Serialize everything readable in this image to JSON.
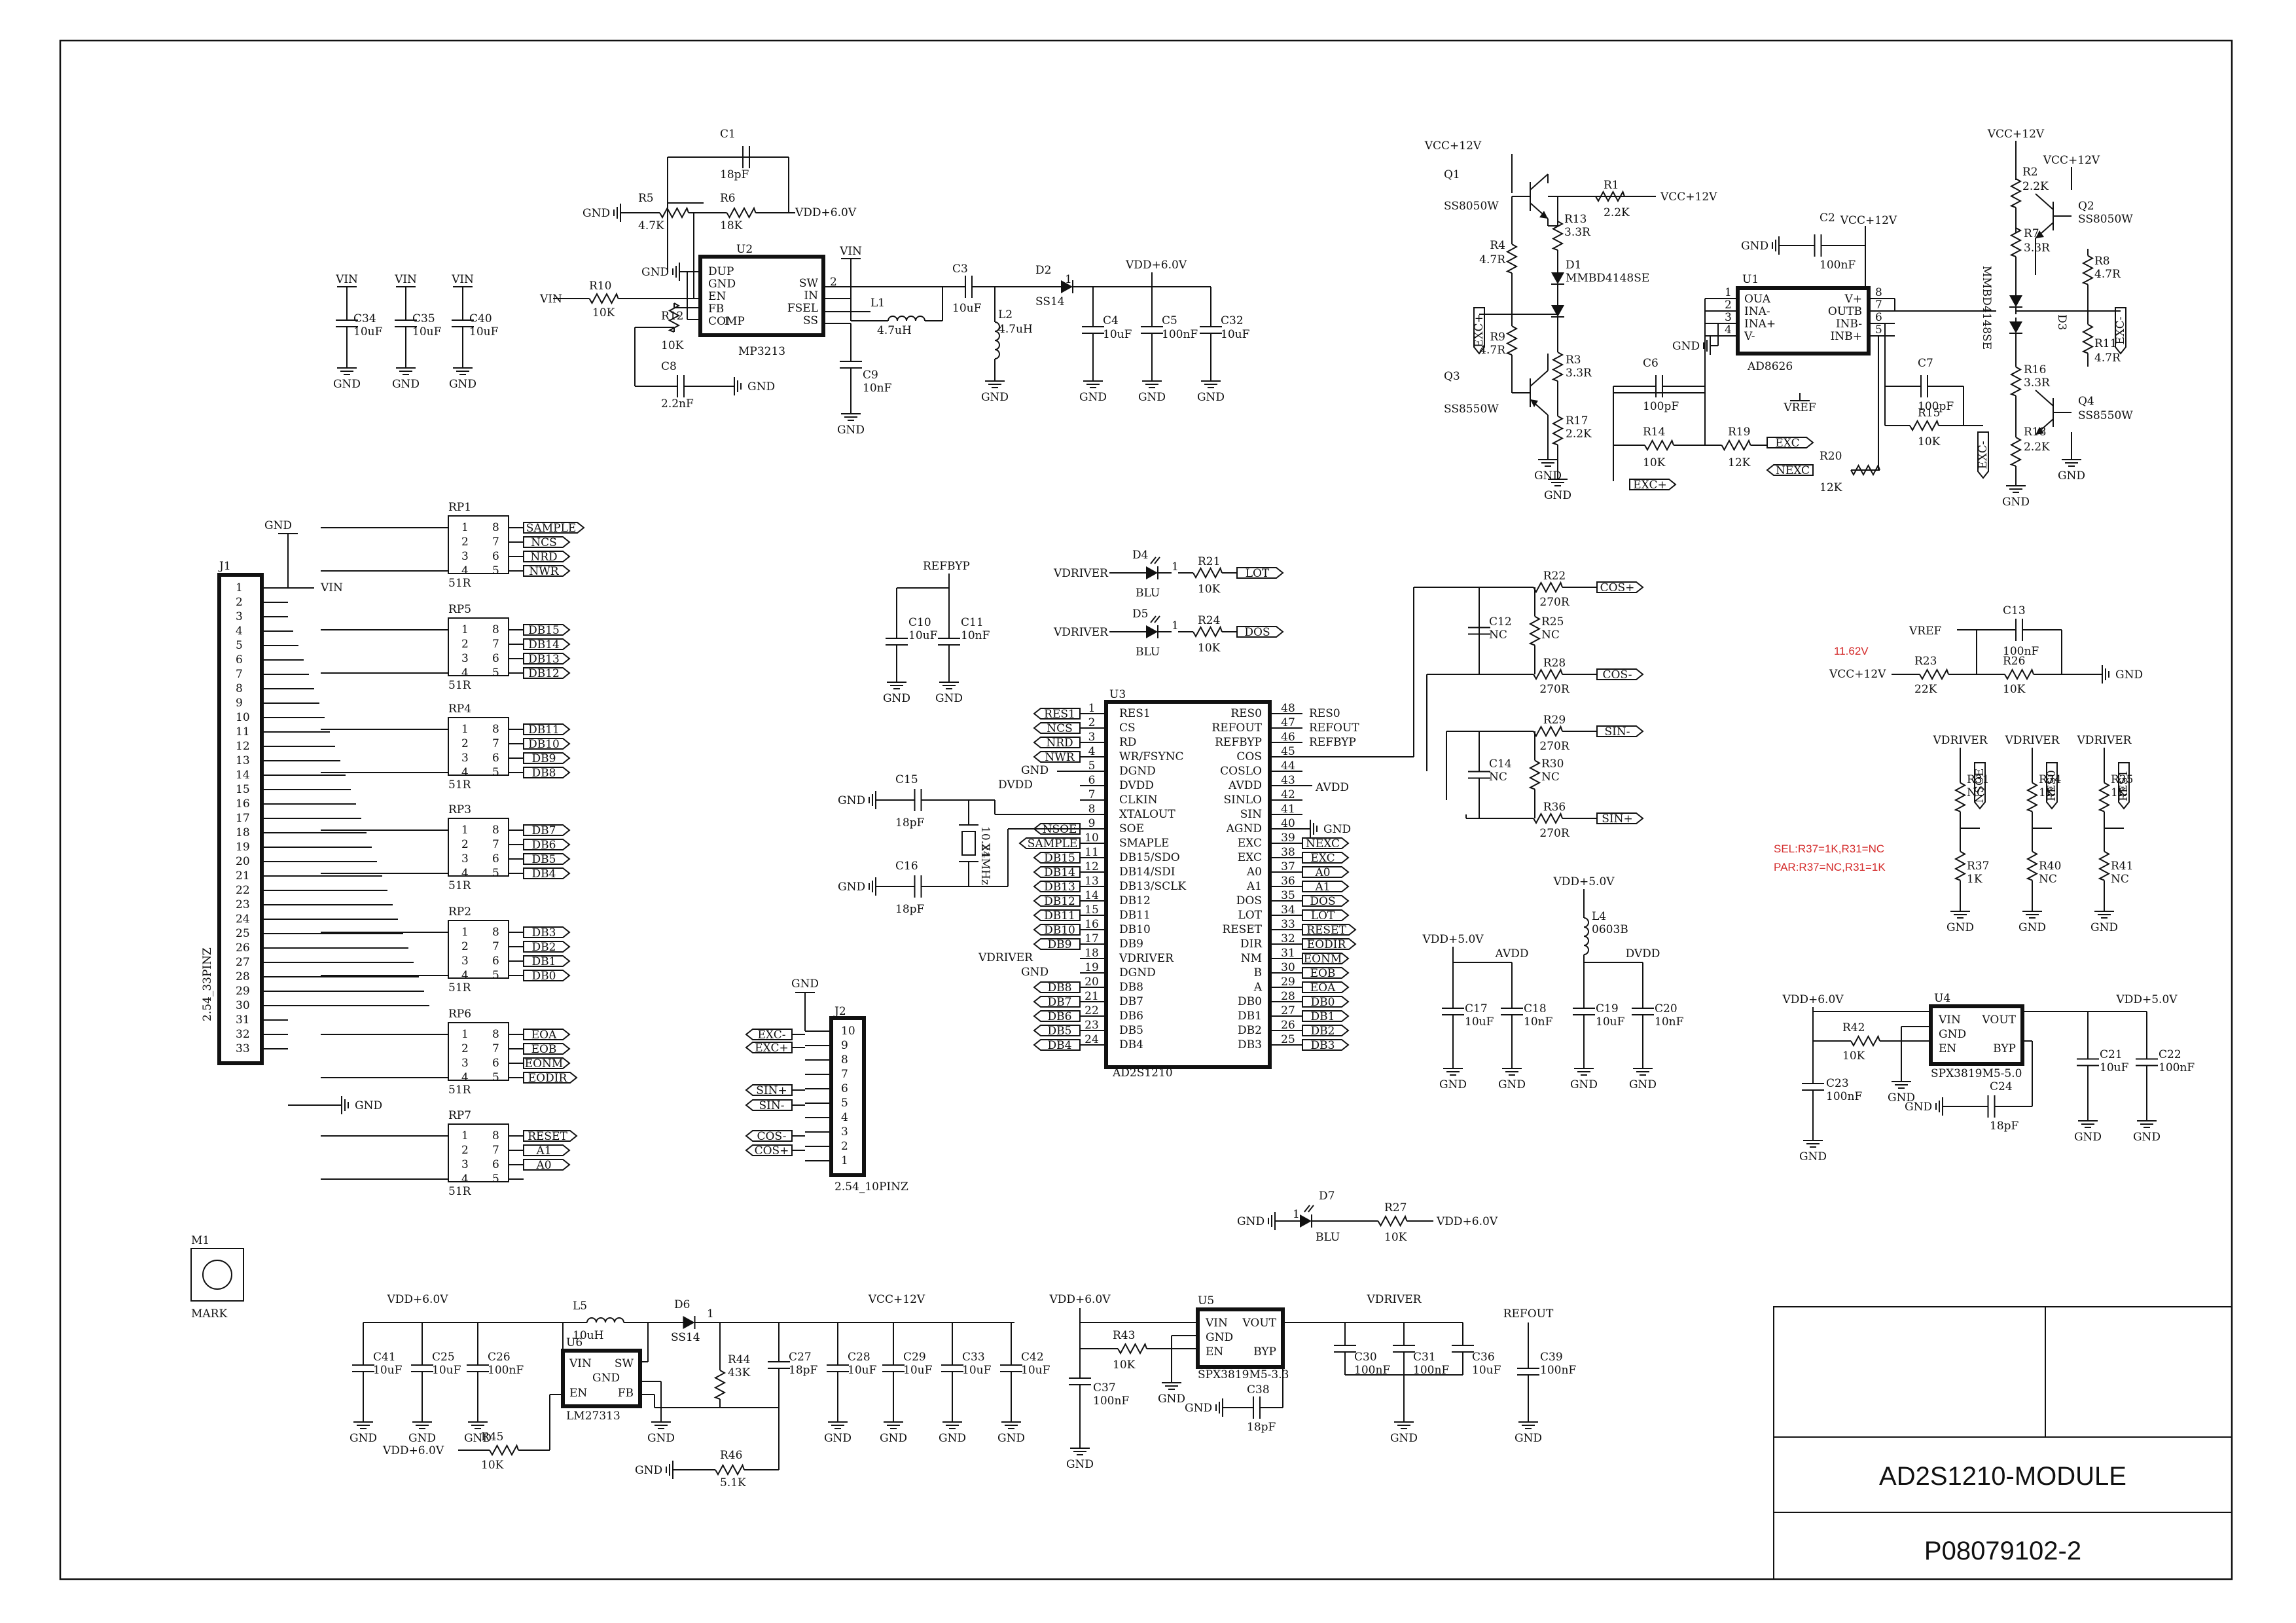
{
  "title_block": {
    "title": "AD2S1210-MODULE",
    "drawing_no": "P08079102-2"
  },
  "mark": {
    "ref": "M1",
    "label": "MARK"
  },
  "nets": {
    "gnd": "GND",
    "vin": "VIN",
    "vcc12": "VCC+12V",
    "vdd6": "VDD+6.0V",
    "vdd5": "VDD+5.0V",
    "vdriver": "VDRIVER",
    "avdd": "AVDD",
    "dvdd": "DVDD",
    "vref": "VREF",
    "refbyp": "REFBYP",
    "refout": "REFOUT"
  },
  "notes": {
    "sel": "SEL:R37=1K,R31=NC",
    "par": "PAR:R37=NC,R31=1K",
    "v1162": "11.62V"
  },
  "u2": {
    "ref": "U2",
    "part": "MP3213",
    "pins_left": [
      "DUP",
      "GND",
      "EN",
      "FB",
      "COMP"
    ],
    "pins_right": [
      "SW",
      "IN",
      "FSEL",
      "SS"
    ]
  },
  "u3": {
    "ref": "U3",
    "part": "AD2S1210",
    "left": [
      [
        "1",
        "RES1"
      ],
      [
        "2",
        "CS"
      ],
      [
        "3",
        "RD"
      ],
      [
        "4",
        "WR/FSYNC"
      ],
      [
        "5",
        "DGND"
      ],
      [
        "6",
        "DVDD"
      ],
      [
        "7",
        "CLKIN"
      ],
      [
        "8",
        "XTALOUT"
      ],
      [
        "9",
        "SOE"
      ],
      [
        "10",
        "SMAPLE"
      ],
      [
        "11",
        "DB15/SDO"
      ],
      [
        "12",
        "DB14/SDI"
      ],
      [
        "13",
        "DB13/SCLK"
      ],
      [
        "14",
        "DB12"
      ],
      [
        "15",
        "DB11"
      ],
      [
        "16",
        "DB10"
      ],
      [
        "17",
        "DB9"
      ],
      [
        "18",
        "VDRIVER"
      ],
      [
        "19",
        "DGND"
      ],
      [
        "20",
        "DB8"
      ],
      [
        "21",
        "DB7"
      ],
      [
        "22",
        "DB6"
      ],
      [
        "23",
        "DB5"
      ],
      [
        "24",
        "DB4"
      ]
    ],
    "right": [
      [
        "48",
        "RES0"
      ],
      [
        "47",
        "REFOUT"
      ],
      [
        "46",
        "REFBYP"
      ],
      [
        "45",
        "COS"
      ],
      [
        "44",
        "COSLO"
      ],
      [
        "43",
        "AVDD"
      ],
      [
        "42",
        "SINLO"
      ],
      [
        "41",
        "SIN"
      ],
      [
        "40",
        "AGND"
      ],
      [
        "39",
        "EXC"
      ],
      [
        "38",
        "EXC"
      ],
      [
        "37",
        "A0"
      ],
      [
        "36",
        "A1"
      ],
      [
        "35",
        "DOS"
      ],
      [
        "34",
        "LOT"
      ],
      [
        "33",
        "RESET"
      ],
      [
        "32",
        "DIR"
      ],
      [
        "31",
        "NM"
      ],
      [
        "30",
        "B"
      ],
      [
        "29",
        "A"
      ],
      [
        "28",
        "DB0"
      ],
      [
        "27",
        "DB1"
      ],
      [
        "26",
        "DB2"
      ],
      [
        "25",
        "DB3"
      ]
    ],
    "left_nets": [
      "RES1",
      "NCS",
      "NRD",
      "NWR",
      "GND",
      "DVDD",
      "",
      "",
      "NSOE",
      "SAMPLE",
      "DB15",
      "DB14",
      "DB13",
      "DB12",
      "DB11",
      "DB10",
      "DB9",
      "VDRIVER",
      "GND",
      "DB8",
      "DB7",
      "DB6",
      "DB5",
      "DB4"
    ],
    "right_nets": [
      "RES0",
      "REFOUT",
      "REFBYP",
      "",
      "",
      "AVDD",
      "",
      "",
      "GND",
      "NEXC",
      "EXC",
      "A0",
      "A1",
      "DOS",
      "LOT",
      "RESET",
      "EODIR",
      "EONM",
      "EOB",
      "EOA",
      "DB0",
      "DB1",
      "DB2",
      "DB3"
    ]
  },
  "u1": {
    "ref": "U1",
    "part": "AD8626",
    "pins_left": [
      "OUA",
      "INA-",
      "INA+",
      "V-"
    ],
    "pins_right": [
      "V+",
      "OUTB",
      "INB-",
      "INB+"
    ],
    "nums_left": [
      "1",
      "2",
      "3",
      "4"
    ],
    "nums_right": [
      "8",
      "7",
      "6",
      "5"
    ]
  },
  "u4": {
    "ref": "U4",
    "part": "SPX3819M5-5.0",
    "pins_left": [
      "VIN",
      "GND",
      "EN"
    ],
    "pins_right": [
      "VOUT",
      "BYP"
    ]
  },
  "u5": {
    "ref": "U5",
    "part": "SPX3819M5-3.3",
    "pins_left": [
      "VIN",
      "GND",
      "EN"
    ],
    "pins_right": [
      "VOUT",
      "BYP"
    ]
  },
  "u6": {
    "ref": "U6",
    "part": "LM27313",
    "pins_left": [
      "VIN",
      "EN"
    ],
    "pins_right": [
      "SW",
      "FB"
    ],
    "mid": "GND"
  },
  "j1": {
    "ref": "J1",
    "part": "2.54_33PINZ",
    "pins": [
      "1",
      "2",
      "3",
      "4",
      "5",
      "6",
      "7",
      "8",
      "9",
      "10",
      "11",
      "12",
      "13",
      "14",
      "15",
      "16",
      "17",
      "18",
      "19",
      "20",
      "21",
      "22",
      "23",
      "24",
      "25",
      "26",
      "27",
      "28",
      "29",
      "30",
      "31",
      "32",
      "33"
    ]
  },
  "j2": {
    "ref": "J2",
    "part": "2.54_10PINZ",
    "pins": [
      "10",
      "9",
      "8",
      "7",
      "6",
      "5",
      "4",
      "3",
      "2",
      "1"
    ],
    "nets": [
      "EXC-",
      "EXC+",
      "SIN+",
      "SIN-",
      "COS-",
      "COS+"
    ]
  },
  "rpacks": [
    {
      "ref": "RP1",
      "val": "51R",
      "nets": [
        "SAMPLE",
        "NCS",
        "NRD",
        "NWR"
      ]
    },
    {
      "ref": "RP5",
      "val": "51R",
      "nets": [
        "DB15",
        "DB14",
        "DB13",
        "DB12"
      ]
    },
    {
      "ref": "RP4",
      "val": "51R",
      "nets": [
        "DB11",
        "DB10",
        "DB9",
        "DB8"
      ]
    },
    {
      "ref": "RP3",
      "val": "51R",
      "nets": [
        "DB7",
        "DB6",
        "DB5",
        "DB4"
      ]
    },
    {
      "ref": "RP2",
      "val": "51R",
      "nets": [
        "DB3",
        "DB2",
        "DB1",
        "DB0"
      ]
    },
    {
      "ref": "RP6",
      "val": "51R",
      "nets": [
        "EOA",
        "EOB",
        "EONM",
        "EODIR"
      ]
    },
    {
      "ref": "RP7",
      "val": "51R",
      "nets": [
        "RESET",
        "A1",
        "A0",
        ""
      ]
    }
  ],
  "rp_pins": {
    "left": [
      "1",
      "2",
      "3",
      "4"
    ],
    "right": [
      "8",
      "7",
      "6",
      "5"
    ]
  },
  "caps_top": [
    {
      "ref": "C34",
      "val": "10uF"
    },
    {
      "ref": "C35",
      "val": "10uF"
    },
    {
      "ref": "C40",
      "val": "10uF"
    }
  ],
  "parts": {
    "C1": "C1",
    "C1v": "18pF",
    "R5": "R5",
    "R5v": "4.7K",
    "R6": "R6",
    "R6v": "18K",
    "R10": "R10",
    "R10v": "10K",
    "R12": "R12",
    "R12v": "10K",
    "C8": "C8",
    "C8v": "2.2nF",
    "C9": "C9",
    "C9v": "10nF",
    "C3": "C3",
    "C3v": "10uF",
    "L1": "L1",
    "L1v": "4.7uH",
    "L2": "L2",
    "L2v": "4.7uH",
    "D2": "D2",
    "D2v": "SS14",
    "C4": "C4",
    "C4v": "10uF",
    "C5": "C5",
    "C5v": "100nF",
    "C32": "C32",
    "C32v": "10uF",
    "Q1": "Q1",
    "Q1v": "SS8050W",
    "Q3": "Q3",
    "Q3v": "SS8550W",
    "Q2": "Q2",
    "Q2v": "SS8050W",
    "Q4": "Q4",
    "Q4v": "SS8550W",
    "R1": "R1",
    "R1v": "2.2K",
    "R13": "R13",
    "R13v": "3.3R",
    "D1": "D1",
    "D1v": "MMBD4148SE",
    "R4": "R4",
    "R4v": "4.7R",
    "R9": "R9",
    "R9v": "4.7R",
    "R3": "R3",
    "R3v": "3.3R",
    "R17": "R17",
    "R17v": "2.2K",
    "C2": "C2",
    "C2v": "100nF",
    "C6": "C6",
    "C6v": "100pF",
    "C7": "C7",
    "C7v": "100pF",
    "R14": "R14",
    "R14v": "10K",
    "R19": "R19",
    "R19v": "12K",
    "R15": "R15",
    "R15v": "10K",
    "R20": "R20",
    "R20v": "12K",
    "R2": "R2",
    "R2v": "2.2K",
    "R7": "R7",
    "R7v": "3.3R",
    "R8": "R8",
    "R8v": "4.7R",
    "R11": "R11",
    "R11v": "4.7R",
    "R16": "R16",
    "R16v": "3.3R",
    "R18": "R18",
    "R18v": "2.2K",
    "D3": "D3",
    "D3v": "MMBD4148SE",
    "C10": "C10",
    "C10v": "10uF",
    "C11": "C11",
    "C11v": "10nF",
    "D4": "D4",
    "D4v": "BLU",
    "D5": "D5",
    "D5v": "BLU",
    "R21": "R21",
    "R21v": "10K",
    "R24": "R24",
    "R24v": "10K",
    "R22": "R22",
    "R22v": "270R",
    "R28": "R28",
    "R28v": "270R",
    "R29": "R29",
    "R29v": "270R",
    "R36": "R36",
    "R36v": "270R",
    "C12": "C12",
    "C12v": "NC",
    "R25": "R25",
    "R25v": "NC",
    "C14": "C14",
    "C14v": "NC",
    "R30": "R30",
    "R30v": "NC",
    "C15": "C15",
    "C15v": "18pF",
    "C16": "C16",
    "C16v": "18pF",
    "X1": "X1",
    "X1v": "10.24MHz",
    "C13": "C13",
    "C13v": "100nF",
    "R23": "R23",
    "R23v": "22K",
    "R26": "R26",
    "R26v": "10K",
    "R31": "R31",
    "R31v": "NC",
    "R37": "R37",
    "R37v": "1K",
    "R34": "R34",
    "R34v": "1K",
    "R40": "R40",
    "R40v": "NC",
    "R35": "R35",
    "R35v": "1K",
    "R41": "R41",
    "R41v": "NC",
    "L4": "L4",
    "L4v": "0603B",
    "C17": "C17",
    "C17v": "10uF",
    "C18": "C18",
    "C18v": "10nF",
    "C19": "C19",
    "C19v": "10uF",
    "C20": "C20",
    "C20v": "10nF",
    "R42": "R42",
    "R42v": "10K",
    "C23": "C23",
    "C23v": "100nF",
    "C21": "C21",
    "C21v": "10uF",
    "C22": "C22",
    "C22v": "100nF",
    "C24": "C24",
    "C24v": "18pF",
    "D7": "D7",
    "D7v": "BLU",
    "R27": "R27",
    "R27v": "10K",
    "C41": "C41",
    "C41v": "10uF",
    "C25": "C25",
    "C25v": "10uF",
    "C26": "C26",
    "C26v": "100nF",
    "L5": "L5",
    "L5v": "10uH",
    "D6": "D6",
    "D6v": "SS14",
    "R44": "R44",
    "R44v": "43K",
    "C27": "C27",
    "C27v": "18pF",
    "C28": "C28",
    "C28v": "10uF",
    "C29": "C29",
    "C29v": "10uF",
    "C33": "C33",
    "C33v": "10uF",
    "C42": "C42",
    "C42v": "10uF",
    "R45": "R45",
    "R45v": "10K",
    "R46": "R46",
    "R46v": "5.1K",
    "R43": "R43",
    "R43v": "10K",
    "C37": "C37",
    "C37v": "100nF",
    "C38": "C38",
    "C38v": "18pF",
    "C30": "C30",
    "C30v": "100nF",
    "C31": "C31",
    "C31v": "100nF",
    "C36": "C36",
    "C36v": "10uF",
    "C39": "C39",
    "C39v": "100nF"
  },
  "nl": {
    "LOT": "LOT",
    "DOS": "DOS",
    "COSP": "COS+",
    "COSM": "COS-",
    "SINM": "SIN-",
    "SINP": "SIN+",
    "EXC": "EXC",
    "NEXC": "NEXC",
    "EXCP": "EXC+",
    "EXCM": "EXC-",
    "NSOE": "NSOE",
    "RES0": "RES0",
    "RES1": "RES1"
  }
}
